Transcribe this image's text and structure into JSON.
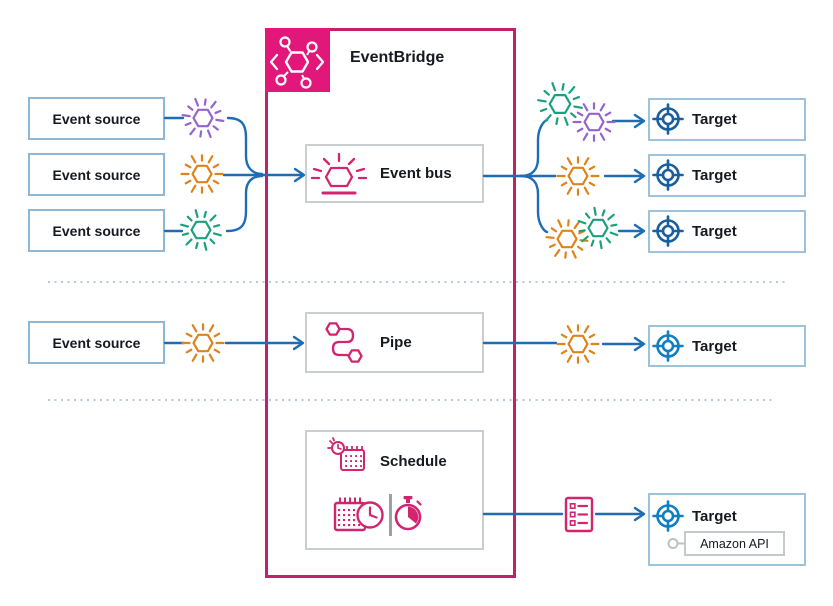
{
  "header": {
    "title": "EventBridge"
  },
  "sources": [
    {
      "label": "Event source"
    },
    {
      "label": "Event source"
    },
    {
      "label": "Event source"
    },
    {
      "label": "Event source"
    }
  ],
  "nodes": {
    "event_bus": {
      "label": "Event bus",
      "icon": "event-bus-icon"
    },
    "pipe": {
      "label": "Pipe",
      "icon": "pipe-icon"
    },
    "schedule": {
      "label": "Schedule",
      "icon": "schedule-icon",
      "sub_icons": [
        "calendar-clock-icon",
        "stopwatch-icon"
      ]
    }
  },
  "targets": [
    {
      "label": "Target"
    },
    {
      "label": "Target"
    },
    {
      "label": "Target"
    },
    {
      "label": "Target"
    },
    {
      "label": "Target"
    }
  ],
  "amazon_api": {
    "label": "Amazon API"
  },
  "colors": {
    "magenta_border": "#c2206b",
    "pink_fill": "#e1187a",
    "pink_icon": "#d12570",
    "line_blue": "#1e6db4",
    "target_dark": "#1a5e9e",
    "target_bright": "#0f7ec4",
    "purple": "#9463cf",
    "orange": "#dd831a",
    "teal": "#1ba07d",
    "source_border": "#8bb8d6",
    "target_border": "#9cc2dc",
    "inner_border": "#cbced0",
    "divider": "#b5cad4",
    "gray_bar": "#9aa0a3",
    "api_gray": "#bfc2c4",
    "logo_white": "#ffffff",
    "text": "#16191f"
  }
}
